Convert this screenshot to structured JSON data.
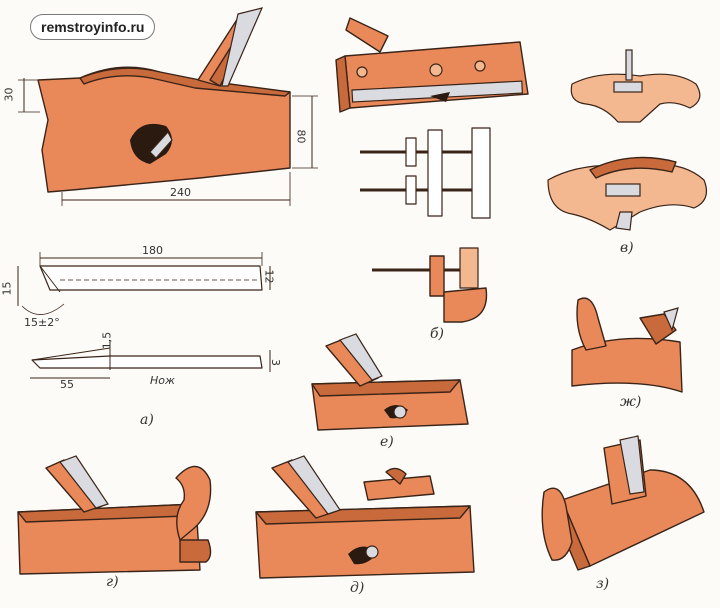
{
  "watermark": "remstroyinfo.ru",
  "colors": {
    "wood": "#e9895a",
    "wood_dark": "#c86a3c",
    "wood_light": "#f4b890",
    "ink": "#3a2418",
    "metal": "#d9dbe0"
  },
  "dimensions": {
    "block_len": "240",
    "block_height": "80",
    "block_notch": "30",
    "blade_len": "180",
    "blade_tip": "15",
    "blade_width": "12",
    "bevel_angle": "15±2°",
    "knife_len": "55",
    "knife_thk": "1,5",
    "knife_w": "3",
    "knife_label": "Нож"
  },
  "labels": {
    "a": "а)",
    "b": "б)",
    "v": "в)",
    "g": "г)",
    "d": "д)",
    "e": "е)",
    "zh": "ж)",
    "z": "з)"
  }
}
